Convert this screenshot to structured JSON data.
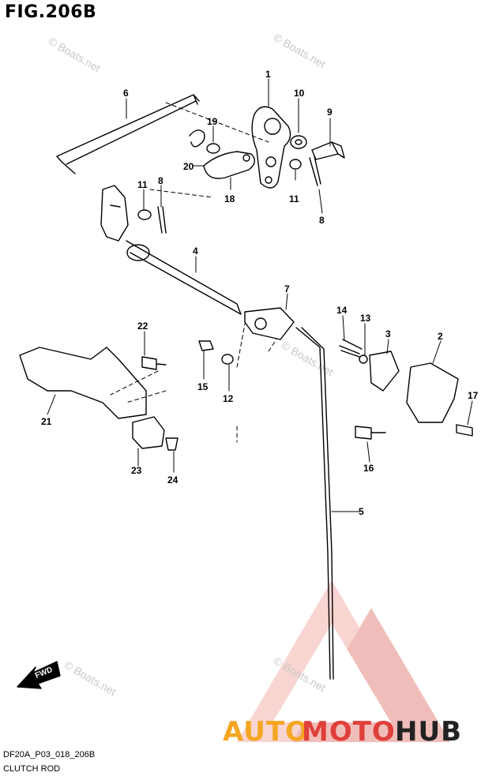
{
  "figure": {
    "title": "FIG.206B",
    "code": "DF20A_P03_018_206B",
    "caption": "CLUTCH ROD"
  },
  "callouts": [
    "1",
    "6",
    "10",
    "9",
    "19",
    "20",
    "18",
    "11",
    "8",
    "11",
    "8",
    "4",
    "7",
    "14",
    "13",
    "3",
    "2",
    "22",
    "15",
    "12",
    "21",
    "23",
    "24",
    "17",
    "16",
    "5"
  ],
  "watermarks": [
    "© Boats.net",
    "© Boats.net",
    "© Boats.net",
    "© Boats.net",
    "© Boats.net"
  ],
  "arrow_label": "FWD",
  "brand": {
    "part1": "AUTO",
    "part2": "MOTO",
    "part3": "HUB",
    "color_orange": "#f5a623",
    "color_red": "#e0403a",
    "color_black": "#222222"
  }
}
